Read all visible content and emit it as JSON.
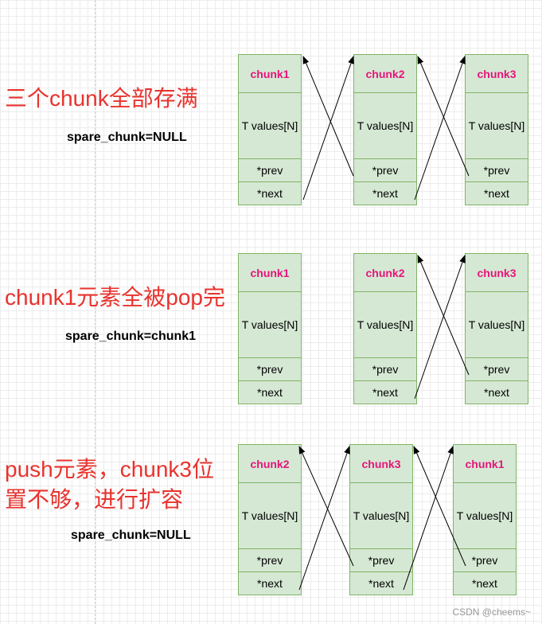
{
  "labels": {
    "values": "T values[N]",
    "prev": "*prev",
    "next": "*next"
  },
  "sections": [
    {
      "title_lines": [
        "三个chunk全部存满"
      ],
      "spare": "spare_chunk=NULL",
      "chunks": [
        "chunk1",
        "chunk2",
        "chunk3"
      ]
    },
    {
      "title_lines": [
        "chunk1元素全被pop完"
      ],
      "spare": "spare_chunk=chunk1",
      "chunks": [
        "chunk1",
        "chunk2",
        "chunk3"
      ]
    },
    {
      "title_lines": [
        "push元素，chunk3位",
        "置不够，进行扩容"
      ],
      "spare": "spare_chunk=NULL",
      "chunks": [
        "chunk2",
        "chunk3",
        "chunk1"
      ]
    }
  ],
  "watermark": "CSDN @cheems~",
  "colors": {
    "chunk_fill": "#d5e8d4",
    "chunk_border": "#82b366",
    "chunk_name": "#e6157a",
    "title": "#e8332e"
  }
}
